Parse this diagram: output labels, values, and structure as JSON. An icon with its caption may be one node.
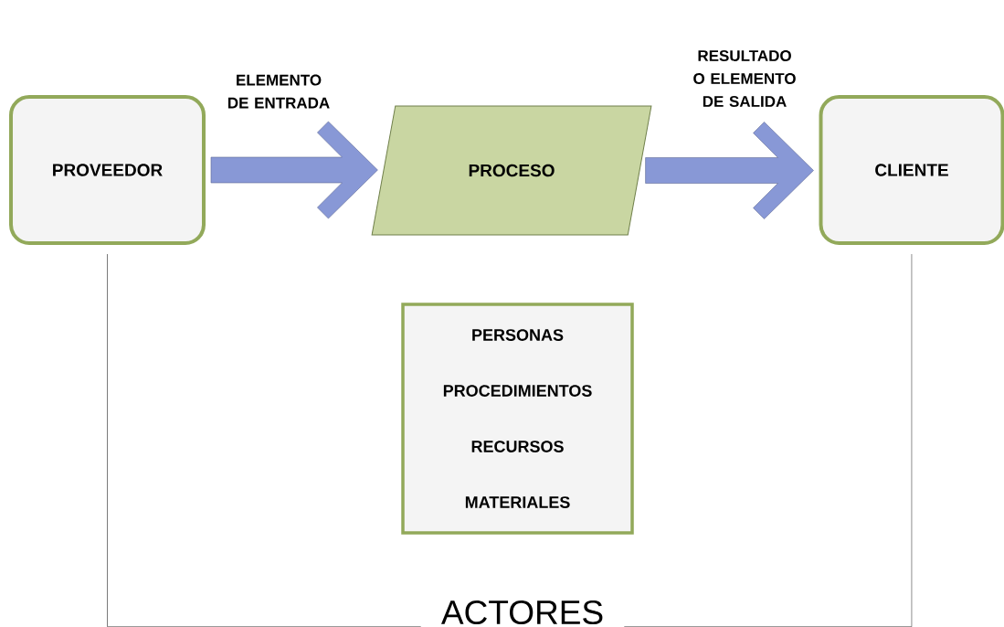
{
  "diagram": {
    "nodes": [
      {
        "text": [
          "PROVEEDOR"
        ]
      },
      {
        "text": [
          "PROCESO"
        ]
      },
      {
        "text": [
          "CLIENTE"
        ]
      },
      {
        "text": [
          "PERSONAS",
          "PROCEDIMIENTOS",
          "RECURSOS",
          "MATERIALES"
        ]
      },
      {
        "text": [
          "ACTORES"
        ]
      }
    ],
    "edges": [
      {
        "from": 0,
        "to": 1,
        "arrow": "to",
        "label": "ELEMENTO DE ENTRADA",
        "style": "thick"
      },
      {
        "from": 1,
        "to": 2,
        "arrow": "to",
        "label": "RESULTADO O ELEMENTO DE SALIDA",
        "style": "thick"
      },
      {
        "from": 0,
        "to": 4,
        "arrow": "none",
        "color": "#595959"
      },
      {
        "from": 2,
        "to": 4,
        "arrow": "none",
        "color": "#595959"
      }
    ]
  }
}
